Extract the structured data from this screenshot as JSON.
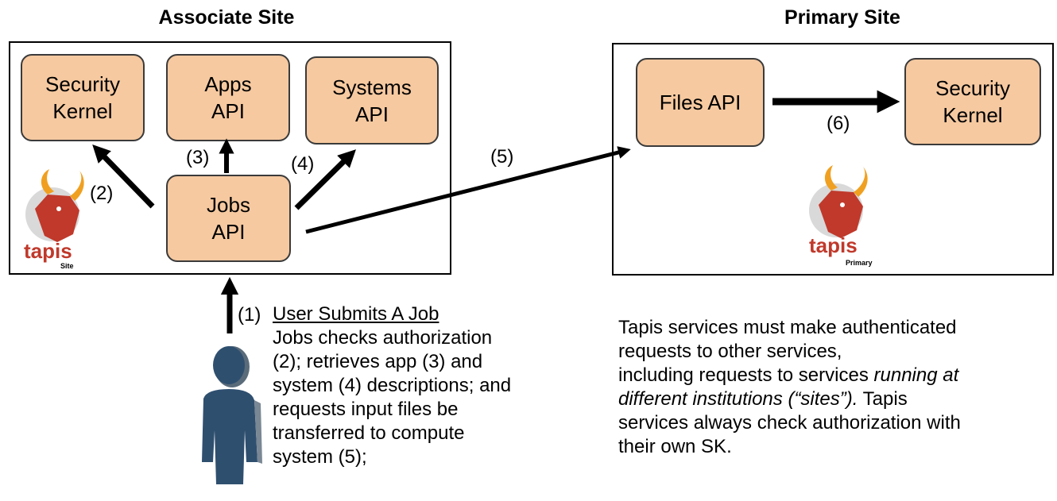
{
  "associate_site": {
    "title": "Associate Site",
    "services": {
      "security_kernel": [
        "Security",
        "Kernel"
      ],
      "apps_api": [
        "Apps",
        "API"
      ],
      "systems_api": [
        "Systems",
        "API"
      ],
      "jobs_api": [
        "Jobs",
        "API"
      ]
    },
    "logo": {
      "word": "tapis",
      "sub": "Site"
    }
  },
  "primary_site": {
    "title": "Primary Site",
    "services": {
      "files_api": "Files API",
      "security_kernel": [
        "Security",
        "Kernel"
      ]
    },
    "logo": {
      "word": "tapis",
      "sub": "Primary"
    }
  },
  "steps": {
    "s1": "(1)",
    "s2": "(2)",
    "s3": "(3)",
    "s4": "(4)",
    "s5": "(5)",
    "s6": "(6)"
  },
  "user_caption": {
    "heading": "User Submits A Job",
    "lines": [
      "Jobs checks authorization",
      "(2); retrieves app (3) and",
      "system (4) descriptions; and",
      "requests input files be",
      "transferred to compute",
      "system (5);"
    ]
  },
  "note": {
    "line1": "Tapis services must make authenticated",
    "line2": "requests to other services,",
    "line3_plain": "including requests to services ",
    "line3_italic": "running at",
    "line4_italic": "different institutions (“sites”).",
    "line4_plain": " Tapis",
    "line5": "services always check authorization with",
    "line6": "their own SK."
  },
  "icons": {
    "user": "user-silhouette-icon",
    "logo": "tapis-bull-logo"
  },
  "colors": {
    "service_fill": "#f6c9a0",
    "logo_red": "#c0392b",
    "logo_horn": "#f0a020"
  }
}
